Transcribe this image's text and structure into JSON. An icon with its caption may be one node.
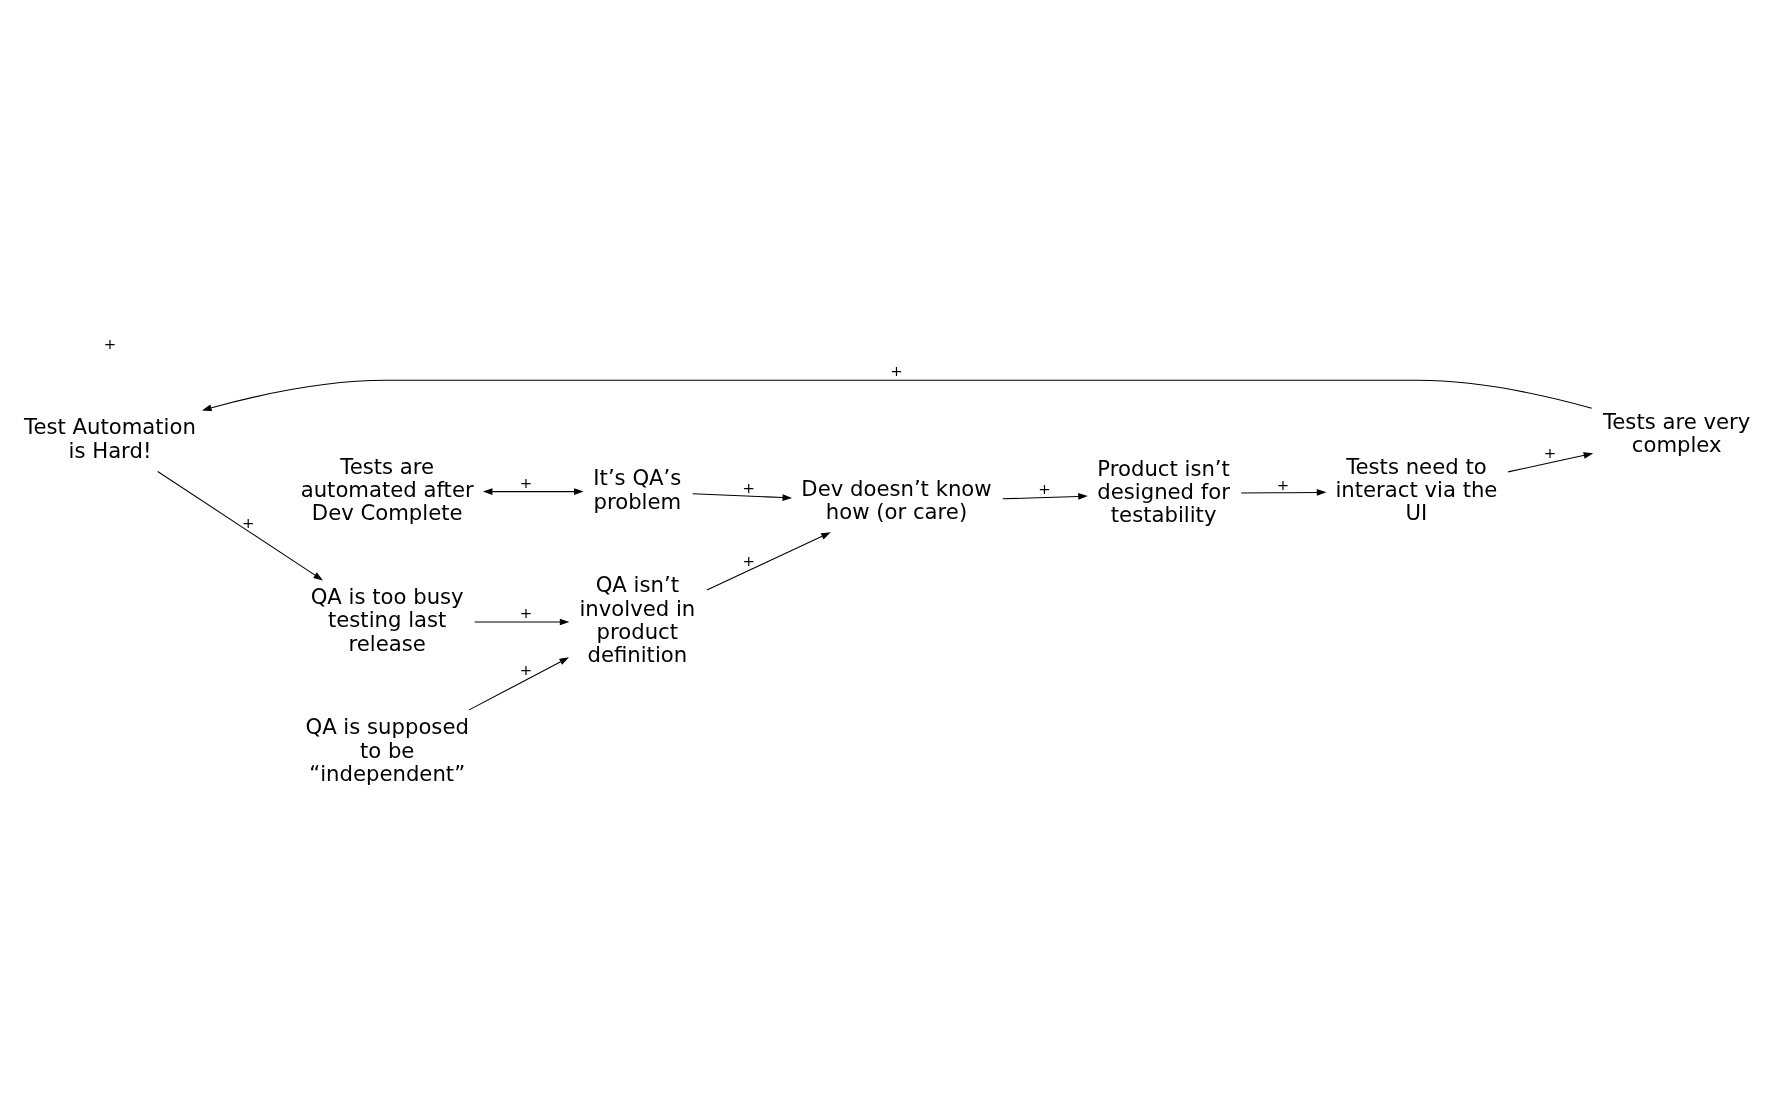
{
  "diagram": {
    "nodes": [
      {
        "text": [
          "Test Automation is Hard!"
        ]
      },
      {
        "text": [
          "Tests are very complex"
        ]
      },
      {
        "text": [
          "Tests need to interact via the UI"
        ]
      },
      {
        "text": [
          "QA is too busy testing last release"
        ]
      },
      {
        "text": [
          "QA is supposed to be “independent”"
        ]
      },
      {
        "text": [
          "Product isn’t designed for testability"
        ]
      },
      {
        "text": [
          "Dev doesn’t know how (or care)"
        ]
      },
      {
        "text": [
          "QA isn’t involved in product definition"
        ]
      },
      {
        "text": [
          "Tests are automated after Dev Complete"
        ]
      },
      {
        "text": [
          "It’s QA’s problem"
        ]
      }
    ],
    "edges": [
      {
        "from": 1,
        "to": 0,
        "arrow": "to",
        "label": "+"
      },
      {
        "from": 2,
        "to": 1,
        "arrow": "to",
        "label": "+"
      },
      {
        "from": 5,
        "to": 2,
        "arrow": "to",
        "label": "+"
      },
      {
        "from": 0,
        "to": 3,
        "arrow": "to",
        "label": "+"
      },
      {
        "from": 6,
        "to": 5,
        "arrow": "to",
        "label": "+"
      },
      {
        "from": 4,
        "to": 7,
        "arrow": "to",
        "label": "+"
      },
      {
        "from": 3,
        "to": 7,
        "arrow": "to",
        "label": "+"
      },
      {
        "from": 7,
        "to": 6,
        "arrow": "to",
        "label": "+"
      },
      {
        "from": 9,
        "to": 6,
        "arrow": "to",
        "label": "+"
      },
      {
        "from": 8,
        "to": 9,
        "arrow": "both",
        "label": "+"
      }
    ],
    "labels": [
      "+"
    ]
  }
}
